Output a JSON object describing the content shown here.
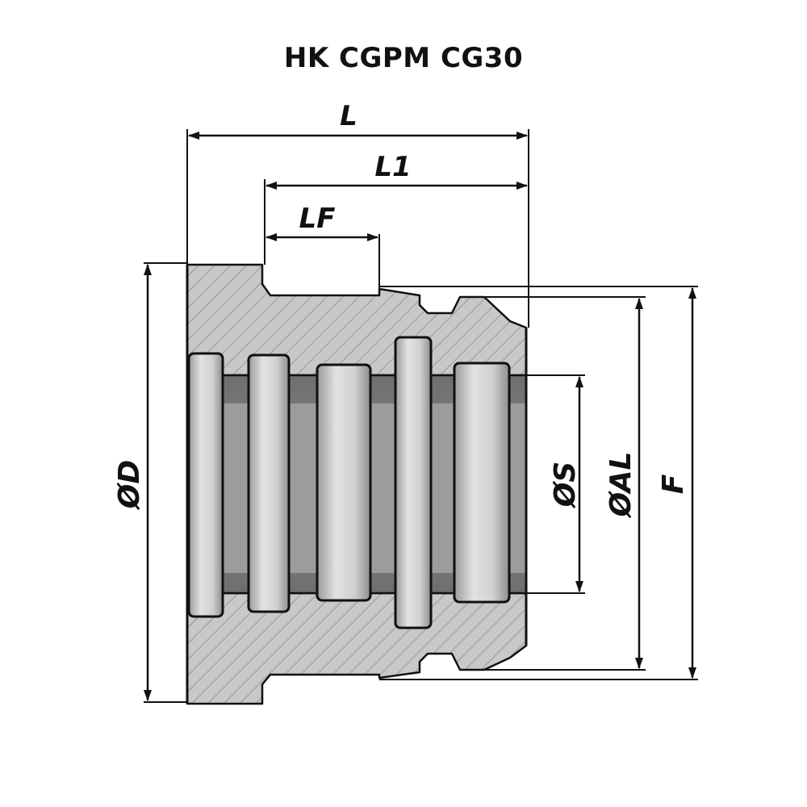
{
  "title": "HK CGPM CG30",
  "dimensions": {
    "L": "L",
    "L1": "L1",
    "LF": "LF",
    "D": "ØD",
    "S": "ØS",
    "AL": "ØAL",
    "F": "F"
  },
  "colors": {
    "line": "#111111",
    "section_fill": "#c8c8c8",
    "hatch": "#8a8a8a",
    "bore_dark": "#707070",
    "ring_fill": "#d8d8d8",
    "ring_shade": "#b4b4b4"
  }
}
